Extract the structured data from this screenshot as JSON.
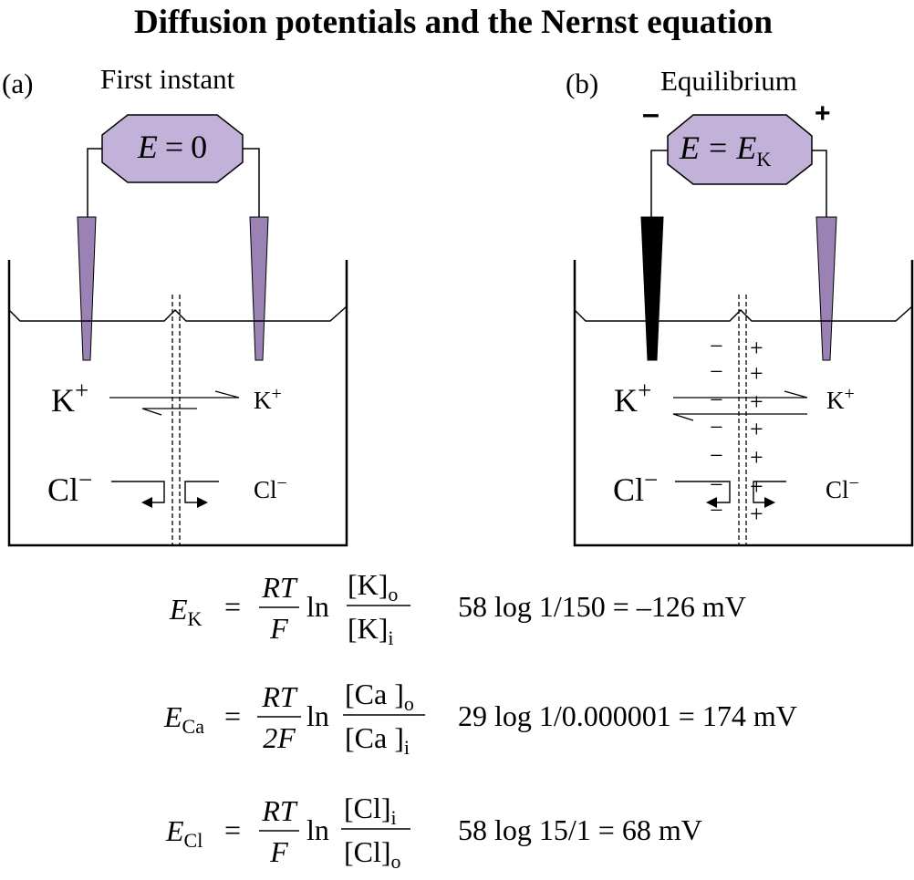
{
  "title": "Diffusion potentials and the Nernst equation",
  "panel_a": {
    "label": "(a)",
    "caption": "First instant",
    "meter": {
      "symbol": "E",
      "relation": "=",
      "value": "0"
    },
    "ions": {
      "k_left": "K",
      "k_right": "K",
      "k_charge": "+",
      "cl_left": "Cl",
      "cl_right": "Cl",
      "cl_charge": "−"
    }
  },
  "panel_b": {
    "label": "(b)",
    "caption": "Equilibrium",
    "meter": {
      "symbol": "E",
      "relation": "=",
      "value": "E",
      "value_sub": "K"
    },
    "polarity_left": "–",
    "polarity_right": "+",
    "ions": {
      "k_left": "K",
      "k_right": "K",
      "k_charge": "+",
      "cl_left": "Cl",
      "cl_right": "Cl",
      "cl_charge": "−"
    },
    "membrane_charges": {
      "left": "−",
      "right": "+"
    }
  },
  "colors": {
    "electrode": "#9a82b4",
    "meter_fill": "#c2b1d8",
    "black": "#000000"
  },
  "equations": [
    {
      "symbol": "E",
      "sub": "K",
      "eq": "=",
      "num": "RT",
      "den": "F",
      "ln": "ln",
      "top_ion": "[K]",
      "top_sub": "o",
      "bottom_ion": "[K]",
      "bottom_sub": "i",
      "result": "58 log 1/150 = –126 mV"
    },
    {
      "symbol": "E",
      "sub": "Ca",
      "eq": "=",
      "num": "RT",
      "den": "2F",
      "ln": "ln",
      "top_ion": "[Ca ]",
      "top_sub": "o",
      "bottom_ion": "[Ca ]",
      "bottom_sub": "i",
      "result": "29 log 1/0.000001 = 174 mV"
    },
    {
      "symbol": "E",
      "sub": "Cl",
      "eq": "=",
      "num": "RT",
      "den": "F",
      "ln": "ln",
      "top_ion": "[Cl]",
      "top_sub": "i",
      "bottom_ion": "[Cl]",
      "bottom_sub": "o",
      "result": "58 log 15/1 = 68 mV"
    }
  ]
}
